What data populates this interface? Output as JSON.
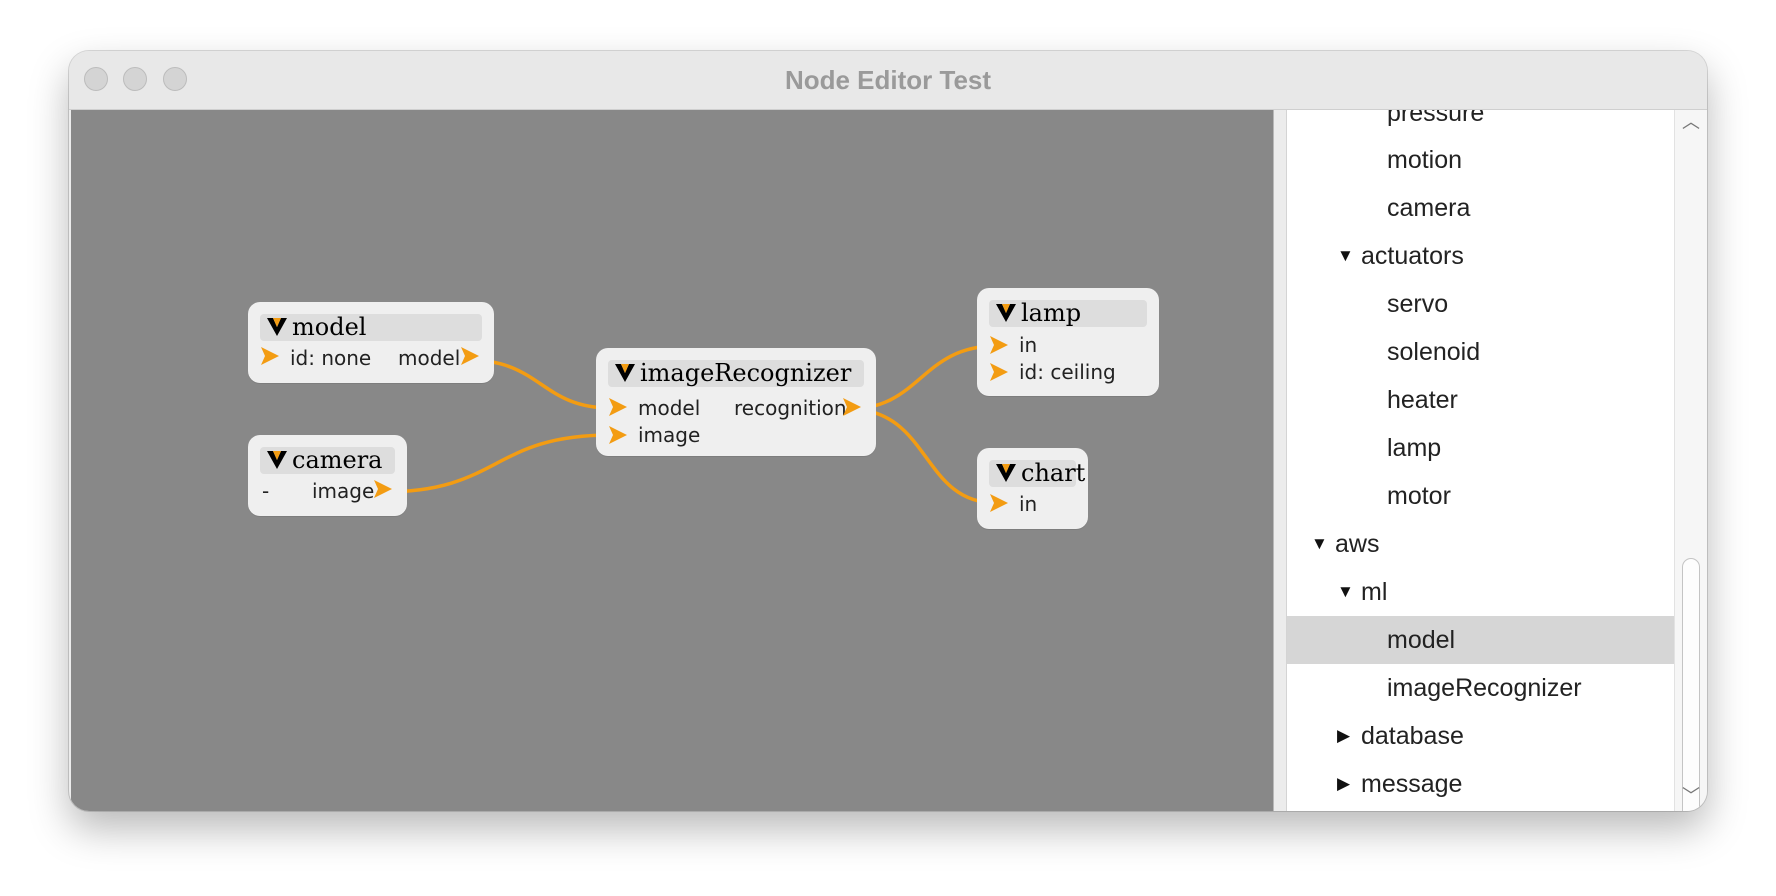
{
  "window": {
    "title": "Node Editor Test"
  },
  "colors": {
    "wire": "#f39c12",
    "canvas": "#888888",
    "node": "#efefef"
  },
  "nodes": {
    "model": {
      "title": "model",
      "inputs": [
        "id: none"
      ],
      "outputs": [
        "model"
      ]
    },
    "camera": {
      "title": "camera",
      "inputs": [
        "-"
      ],
      "outputs": [
        "image"
      ]
    },
    "imageRecognizer": {
      "title": "imageRecognizer",
      "inputs": [
        "model",
        "image"
      ],
      "outputs": [
        "recognition"
      ]
    },
    "lamp": {
      "title": "lamp",
      "inputs": [
        "in",
        "id: ceiling"
      ],
      "outputs": []
    },
    "chart": {
      "title": "chart",
      "inputs": [
        "in"
      ],
      "outputs": []
    }
  },
  "connections": [
    {
      "from": "model.model",
      "to": "imageRecognizer.model"
    },
    {
      "from": "camera.image",
      "to": "imageRecognizer.image"
    },
    {
      "from": "imageRecognizer.recognition",
      "to": "lamp.in"
    },
    {
      "from": "imageRecognizer.recognition",
      "to": "chart.in"
    }
  ],
  "tree": {
    "items": [
      {
        "label": "pressure",
        "level": 2,
        "expandable": false
      },
      {
        "label": "motion",
        "level": 2,
        "expandable": false
      },
      {
        "label": "camera",
        "level": 2,
        "expandable": false
      },
      {
        "label": "actuators",
        "level": 1,
        "expandable": true,
        "expanded": true
      },
      {
        "label": "servo",
        "level": 2,
        "expandable": false
      },
      {
        "label": "solenoid",
        "level": 2,
        "expandable": false
      },
      {
        "label": "heater",
        "level": 2,
        "expandable": false
      },
      {
        "label": "lamp",
        "level": 2,
        "expandable": false
      },
      {
        "label": "motor",
        "level": 2,
        "expandable": false
      },
      {
        "label": "aws",
        "level": 0,
        "expandable": true,
        "expanded": true
      },
      {
        "label": "ml",
        "level": 1,
        "expandable": true,
        "expanded": true
      },
      {
        "label": "model",
        "level": 2,
        "expandable": false,
        "selected": true
      },
      {
        "label": "imageRecognizer",
        "level": 2,
        "expandable": false
      },
      {
        "label": "database",
        "level": 1,
        "expandable": true,
        "expanded": false
      },
      {
        "label": "message",
        "level": 1,
        "expandable": true,
        "expanded": false
      }
    ]
  }
}
